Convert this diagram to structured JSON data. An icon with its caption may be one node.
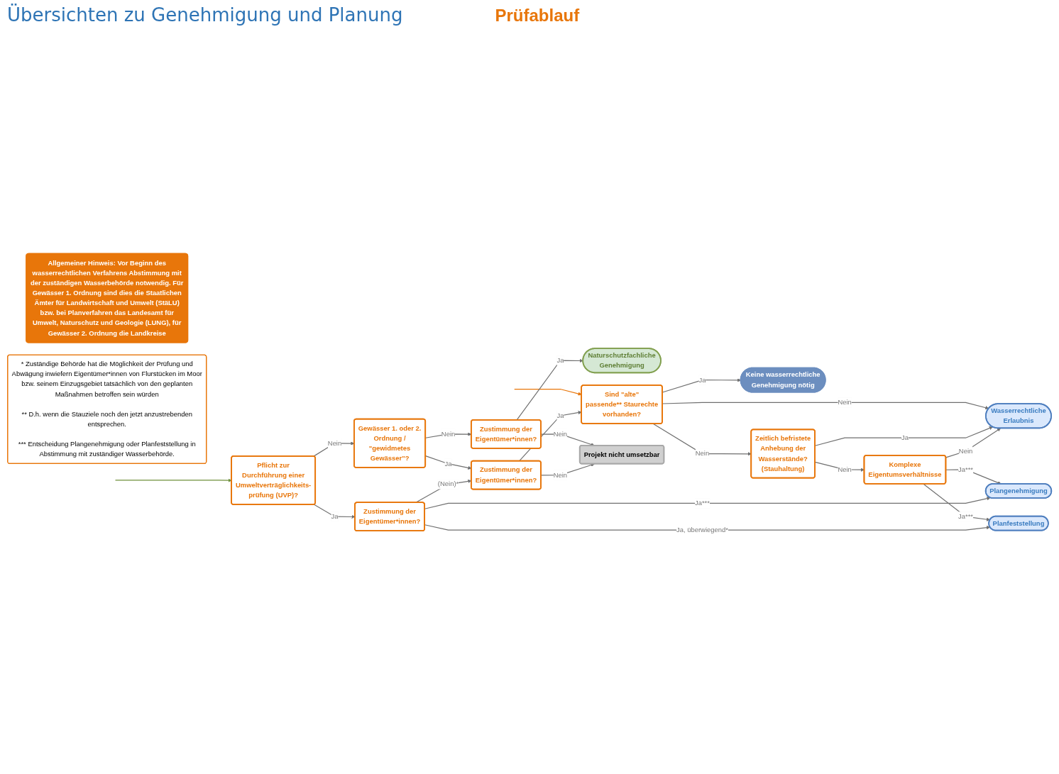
{
  "diagram": {
    "title": "Übersichten zu Genehmigung und Planung",
    "nodes": [
      {
        "text": [
          "Naturschutzfachliche Genehmigung"
        ]
      },
      {
        "text": [
          "Zustimmung der Eigentümer*innen?"
        ]
      },
      {
        "text": [
          "Sind \"alte\" passende** Staurechte vorhanden?"
        ]
      },
      {
        "text": [
          "Keine wasserrechtliche Genehmigung nötig"
        ]
      },
      {
        "text": [
          "Gewässer 1. oder 2. Ordnung / \"gewidmetes Gewässer\"?"
        ]
      },
      {
        "text": [
          "Projekt nicht umsetzbar"
        ]
      },
      {
        "text": [
          "Zeitlich befristete Anhebung der Wasserstände? (Stauhaltung)"
        ]
      },
      {
        "text": [
          "Wasserrechtliche Erlaubnis"
        ]
      },
      {
        "text": [
          "Zustimmung der Eigentümer*innen?"
        ]
      },
      {
        "text": [
          "Komplexe Eigentumsverhältnisse"
        ]
      },
      {
        "text": [
          "Plangenehmigung"
        ]
      },
      {
        "text": [
          "Pflicht zur Durchführung einer Umweltverträglichkeits- prüfung (UVP)?"
        ]
      },
      {
        "text": [
          "Zustimmung der Eigentümer*innen?"
        ]
      },
      {
        "text": [
          "Planfeststellung"
        ]
      },
      {
        "text": [
          "Allgemeiner Hinweis: Vor Beginn des wasserrechtlichen Verfahrens Abstimmung mit der zuständigen Wasserbehörde notwendig. Für Gewässer 1. Ordnung sind dies die Staatlichen Ämter für Landwirtschaft und Umwelt (StäLU) bzw. bei Planverfahren das Landesamt für Umwelt, Naturschutz und Geologie (LUNG), für Gewässer 2. Ordnung die Landkreise"
        ]
      },
      {
        "text": [
          "* Zuständige Behörde hat die Möglichkeit der Prüfung und Abwägung inwiefern Eigentümer*innen von Flurstücken im Moor bzw. seinem Einzugsgebiet tatsächlich von den geplanten Maßnahmen betroffen sein würden",
          "** D.h. wenn die Stauziele noch den jetzt anzustrebenden entsprechen.",
          "*** Entscheidung Plangenehmigung oder Planfeststellung in Abstimmung mit zuständiger Wasserbehörde."
        ]
      }
    ],
    "edges": [
      {
        "from": null,
        "to": 2,
        "arrow": "to",
        "color": "#e8760a"
      },
      {
        "from": null,
        "to": 11,
        "arrow": "to",
        "color": "#6f8f3a"
      },
      {
        "from": 1,
        "to": 0,
        "arrow": "to",
        "label": "Ja"
      },
      {
        "from": 1,
        "to": 5,
        "arrow": "to",
        "label": "Nein"
      },
      {
        "from": 4,
        "to": 1,
        "arrow": "to",
        "label": "Nein"
      },
      {
        "from": 4,
        "to": 8,
        "arrow": "to",
        "label": "Ja"
      },
      {
        "from": 8,
        "to": 5,
        "arrow": "to",
        "label": "Nein"
      },
      {
        "from": 8,
        "to": 2,
        "arrow": "to",
        "label": "Ja"
      },
      {
        "from": 11,
        "to": 4,
        "arrow": "to",
        "label": "Nein"
      },
      {
        "from": 11,
        "to": 12,
        "arrow": "to",
        "label": "Ja"
      },
      {
        "from": 12,
        "to": 8,
        "arrow": "to",
        "label": "(Nein)*"
      },
      {
        "from": 2,
        "to": 3,
        "arrow": "to",
        "label": "Ja"
      },
      {
        "from": 2,
        "to": 6,
        "arrow": "to",
        "label": "Nein"
      },
      {
        "from": 2,
        "to": 7,
        "arrow": "to",
        "label": "Nein"
      },
      {
        "from": 6,
        "to": 7,
        "arrow": "to",
        "label": "Ja"
      },
      {
        "from": 6,
        "to": 9,
        "arrow": "to",
        "label": "Nein"
      },
      {
        "from": 9,
        "to": 7,
        "arrow": "to",
        "label": "Nein"
      },
      {
        "from": 9,
        "to": 10,
        "arrow": "to",
        "label": "Ja***"
      },
      {
        "from": 9,
        "to": 13,
        "arrow": "to",
        "label": "Ja***"
      },
      {
        "from": 12,
        "to": 10,
        "arrow": "to",
        "label": "Ja***"
      },
      {
        "from": 12,
        "to": 13,
        "arrow": "to",
        "label": "Ja, überwiegend*"
      }
    ],
    "labels": [
      "Prüfablauf"
    ]
  }
}
